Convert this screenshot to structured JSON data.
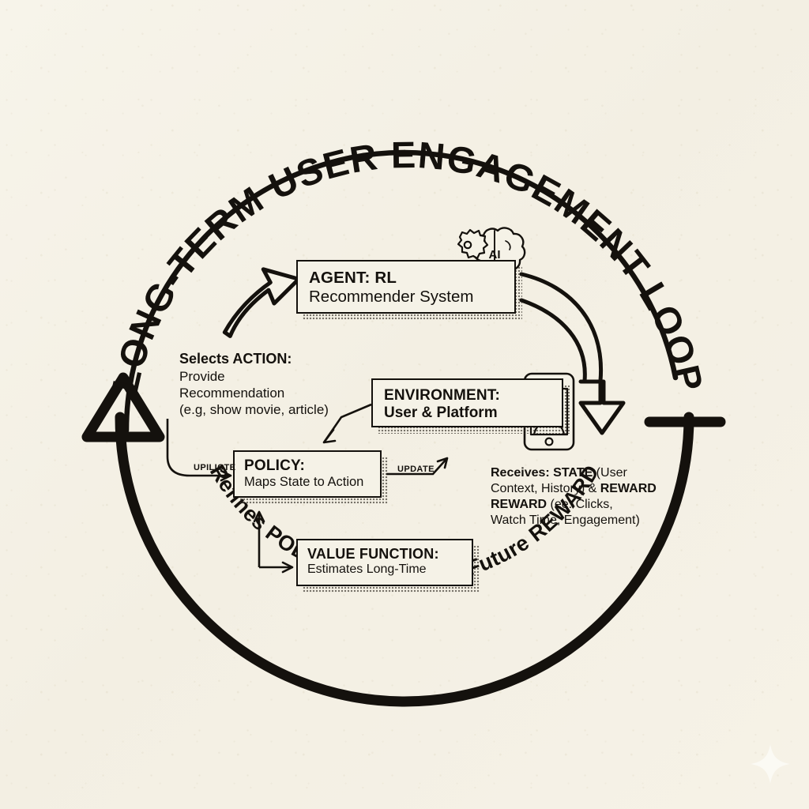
{
  "diagram": {
    "title_arc_top": "LONG-TERM USER ENGAGEMENT LOOP",
    "caption_arc_bottom": "Refines POLICY to Maximize Future REWARD",
    "background_color": "#f5f2e7",
    "ink_color": "#14110d"
  },
  "nodes": {
    "agent": {
      "title": "AGENT: RL",
      "subtitle": "Recommender System",
      "icon": "brain-ai-icon",
      "icon_label": "AI"
    },
    "environment": {
      "title": "ENVIRONMENT:",
      "subtitle": "User & Platform",
      "icon": "smartphone-user-icon"
    },
    "policy": {
      "title": "POLICY:",
      "subtitle": "Maps State to Action"
    },
    "value_function": {
      "title": "VALUE FUNCTION:",
      "subtitle": "Estimates Long-Time"
    }
  },
  "annotations": {
    "action": {
      "heading": "Selects ACTION:",
      "line1": "Provide",
      "line2": "Recommendation",
      "line3": "(e.g, show movie, article)"
    },
    "receives": {
      "line1_bold": "Receives: STATE",
      "line1_rest": " (User",
      "line2_rest": "Context, History) & ",
      "line2_bold": "REWARD",
      "line3_bold": "REWARD",
      "line3_rest": " (ee. Clicks,",
      "line4": "Watch Time, Engagement)"
    },
    "update_left_label": "UPILICTE",
    "update_right_label": "UPDATE"
  },
  "chart_data": {
    "type": "diagram",
    "title": "LONG-TERM USER ENGAGEMENT LOOP",
    "nodes": [
      {
        "id": "agent",
        "label": "AGENT: RL Recommender System"
      },
      {
        "id": "environment",
        "label": "ENVIRONMENT: User & Platform"
      },
      {
        "id": "policy",
        "label": "POLICY: Maps State to Action"
      },
      {
        "id": "value_function",
        "label": "VALUE FUNCTION: Estimates Long-Time"
      }
    ],
    "edges": [
      {
        "from": "agent",
        "to": "environment",
        "label": "Selects ACTION: Provide Recommendation (e.g, show movie, article)"
      },
      {
        "from": "environment",
        "to": "agent",
        "label": "Receives: STATE (User Context, History) & REWARD (ee. Clicks, Watch Time, Engagement)"
      },
      {
        "from": "environment",
        "to": "policy",
        "label": ""
      },
      {
        "from": "policy",
        "to": "environment",
        "label": "UPDATE"
      },
      {
        "from": "value_function",
        "to": "policy",
        "label": ""
      },
      {
        "from": "policy",
        "to": "value_function",
        "label": ""
      },
      {
        "from": "loop",
        "to": "policy",
        "label": "UPILICTE"
      }
    ],
    "outer_loop_caption": "Refines POLICY to Maximize Future REWARD"
  }
}
